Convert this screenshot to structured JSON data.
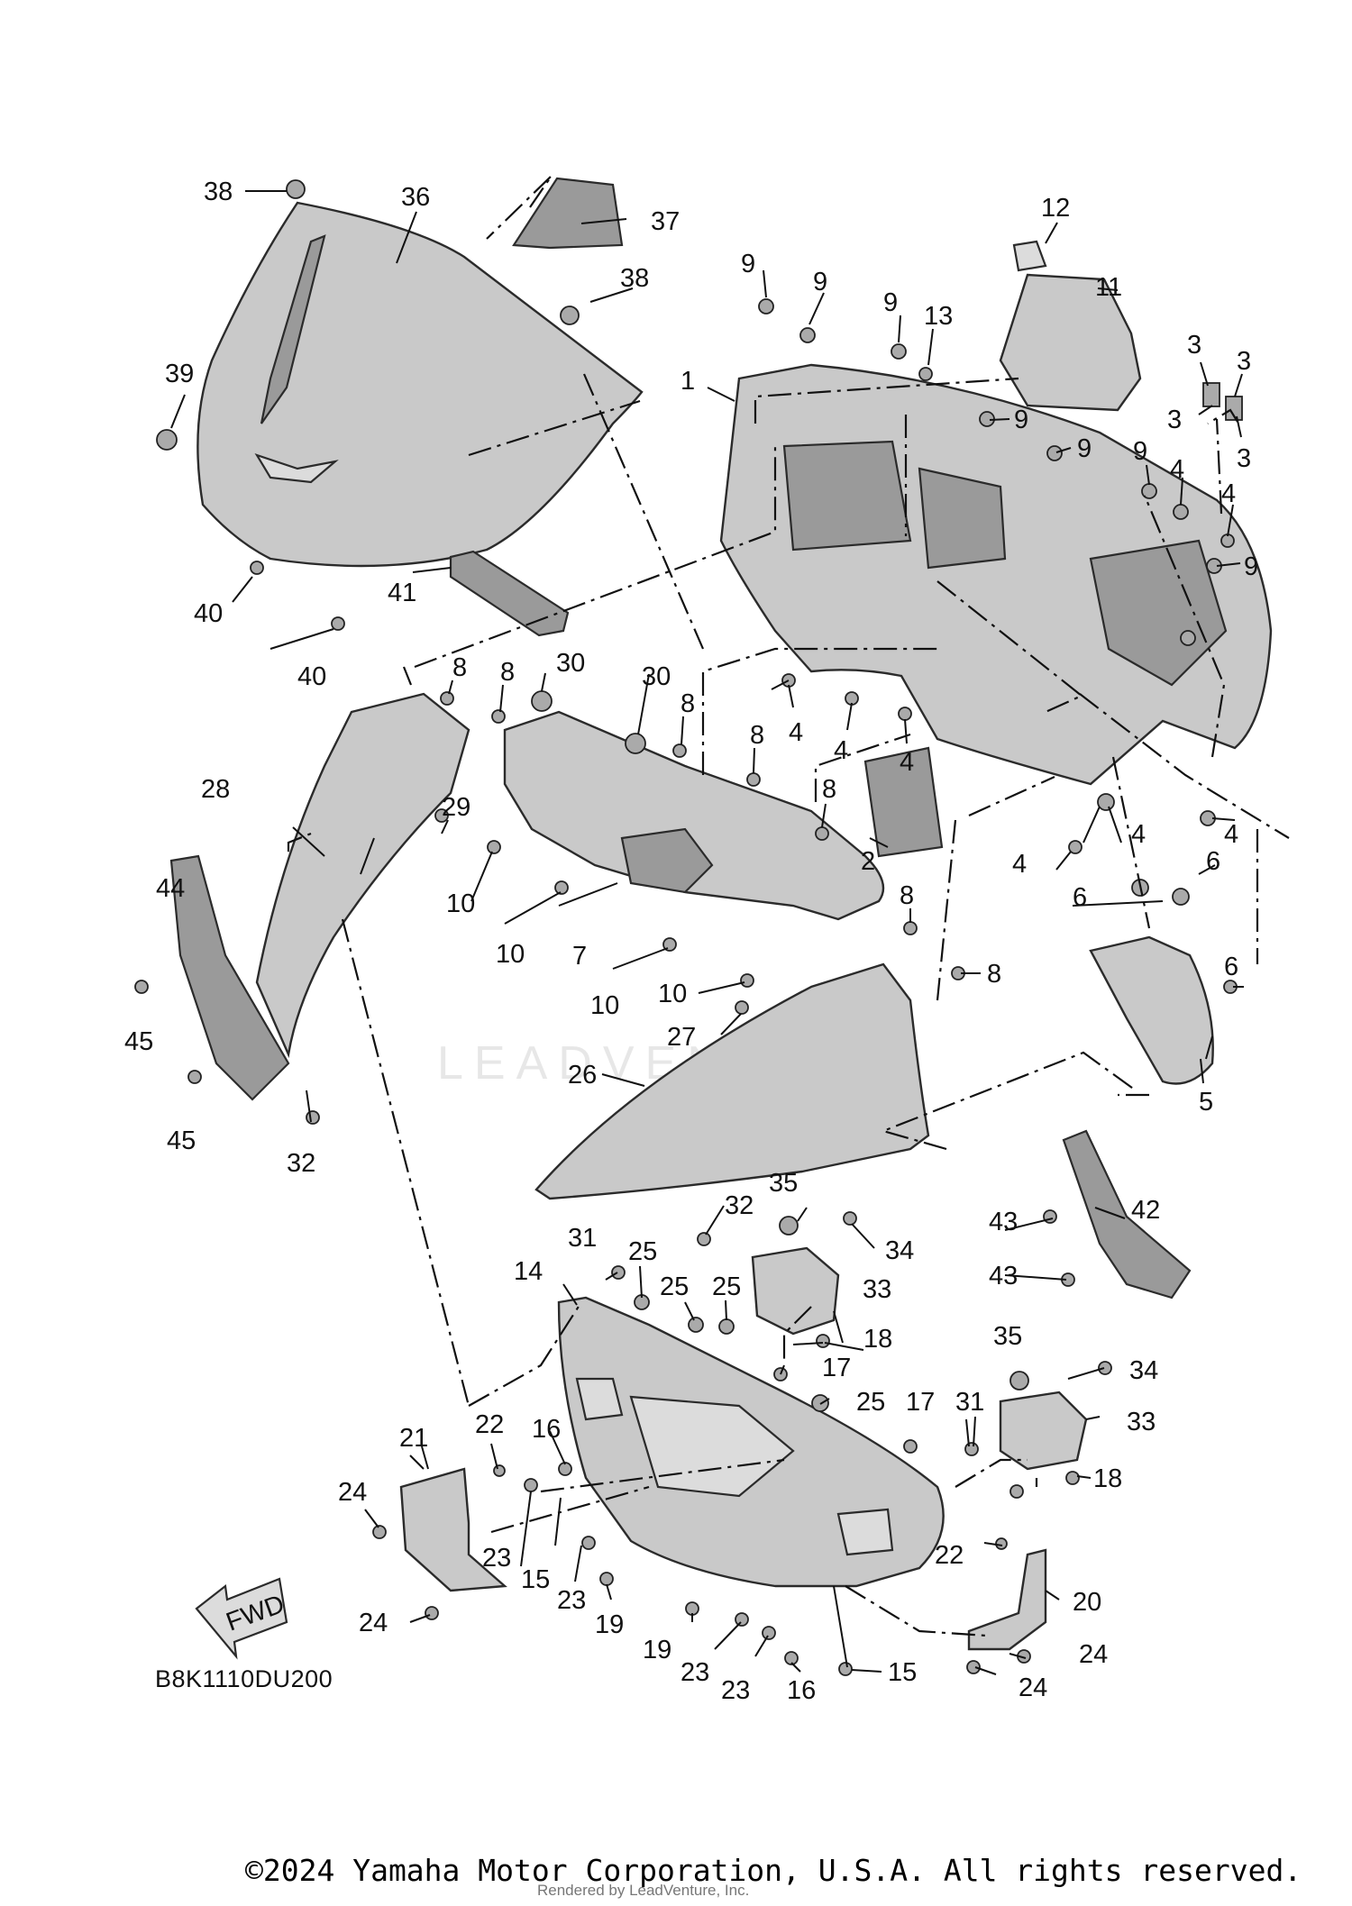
{
  "diagram": {
    "labels": [
      "1",
      "2",
      "3",
      "4",
      "5",
      "6",
      "7",
      "8",
      "9",
      "10",
      "11",
      "12",
      "13",
      "14",
      "15",
      "16",
      "17",
      "18",
      "19",
      "20",
      "21",
      "22",
      "23",
      "24",
      "25",
      "26",
      "27",
      "28",
      "29",
      "30",
      "31",
      "32",
      "33",
      "34",
      "35",
      "36",
      "37",
      "38",
      "39",
      "40",
      "41",
      "42",
      "43",
      "44",
      "45"
    ],
    "arrow_text": "FWD",
    "diagram_code": "B8K1110DU200",
    "watermark_text": "LEADVENTURE"
  },
  "footer": {
    "copyright": "©2024 Yamaha Motor Corporation, U.S.A. All rights reserved.",
    "rendered_by": "Rendered by LeadVenture, Inc."
  }
}
